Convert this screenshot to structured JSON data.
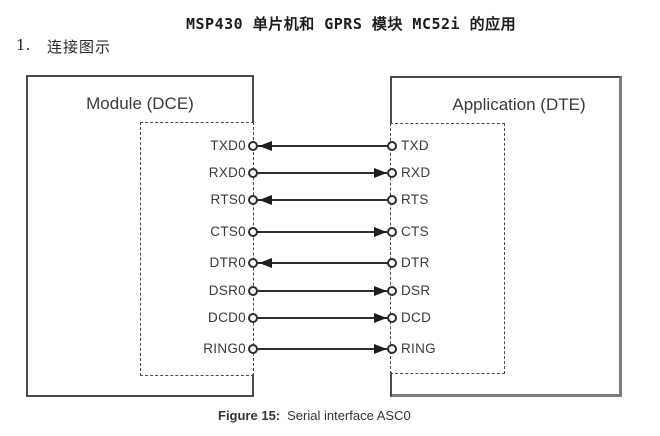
{
  "page": {
    "title": "MSP430  单片机和 GPRS  模块 MC52i  的应用",
    "list_number": "1.",
    "list_label": "连接图示"
  },
  "diagram": {
    "left_box_title": "Module (DCE)",
    "right_box_title": "Application (DTE)",
    "rows": [
      {
        "dce_pin": "TXD0",
        "dte_pin": "TXD",
        "direction": "to-dce"
      },
      {
        "dce_pin": "RXD0",
        "dte_pin": "RXD",
        "direction": "to-dte"
      },
      {
        "dce_pin": "RTS0",
        "dte_pin": "RTS",
        "direction": "to-dce"
      },
      {
        "dce_pin": "CTS0",
        "dte_pin": "CTS",
        "direction": "to-dte"
      },
      {
        "dce_pin": "DTR0",
        "dte_pin": "DTR",
        "direction": "to-dce"
      },
      {
        "dce_pin": "DSR0",
        "dte_pin": "DSR",
        "direction": "to-dte"
      },
      {
        "dce_pin": "DCD0",
        "dte_pin": "DCD",
        "direction": "to-dte"
      },
      {
        "dce_pin": "RING0",
        "dte_pin": "RING",
        "direction": "to-dte"
      }
    ],
    "colors": {
      "line": "#2e2e2e",
      "border": "#4a4a4a",
      "text": "#3a3a3a"
    }
  },
  "caption": {
    "label": "Figure 15:",
    "text": "Serial interface ASC0"
  }
}
